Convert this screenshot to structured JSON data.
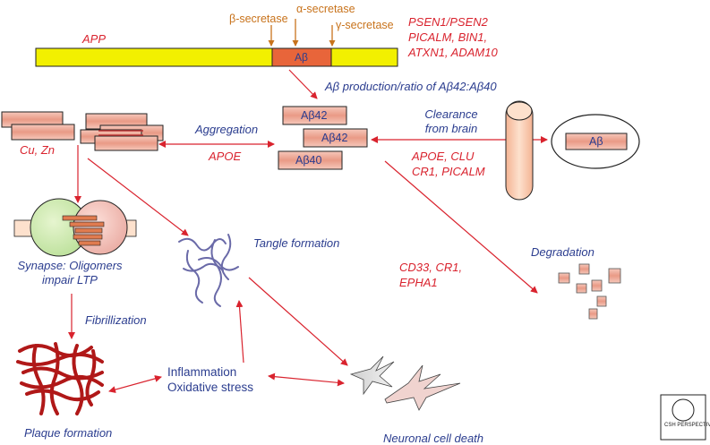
{
  "labels": {
    "app": "APP",
    "beta_secretase": "β-secretase",
    "alpha_secretase": "α-secretase",
    "gamma_secretase": "γ-secretase",
    "ab_in_bar": "Aβ",
    "genes_top_1": "PSEN1/PSEN2",
    "genes_top_2": "PICALM, BIN1,",
    "genes_top_3": "ATXN1, ADAM10",
    "production": "Aβ production/ratio of Aβ42:Aβ40",
    "ab42_a": "Aβ42",
    "ab42_b": "Aβ42",
    "ab40": "Aβ40",
    "cu_zn": "Cu, Zn",
    "aggregation": "Aggregation",
    "apoe_agg": "APOE",
    "clearance_1": "Clearance",
    "clearance_2": "from brain",
    "clearance_genes_1": "APOE, CLU",
    "clearance_genes_2": "CR1, PICALM",
    "ab_vessel": "Aβ",
    "synapse_1": "Synapse: Oligomers",
    "synapse_2": "impair LTP",
    "tangle": "Tangle formation",
    "degradation": "Degradation",
    "deg_genes_1": "CD33, CR1,",
    "deg_genes_2": "EPHA1",
    "fibrillization": "Fibrillization",
    "inflammation_1": "Inflammation",
    "inflammation_2": "Oxidative stress",
    "plaque": "Plaque formation",
    "neuronal_death": "Neuronal cell death",
    "logo_text": "CSH PERSPECTIVES"
  },
  "colors": {
    "red_text": "#d9232e",
    "blue_text": "#2b3d8f",
    "orange_text": "#c8731c",
    "app_bar": "#f2f000",
    "ab_box": "#e8653a",
    "arrow": "#d9232e"
  }
}
